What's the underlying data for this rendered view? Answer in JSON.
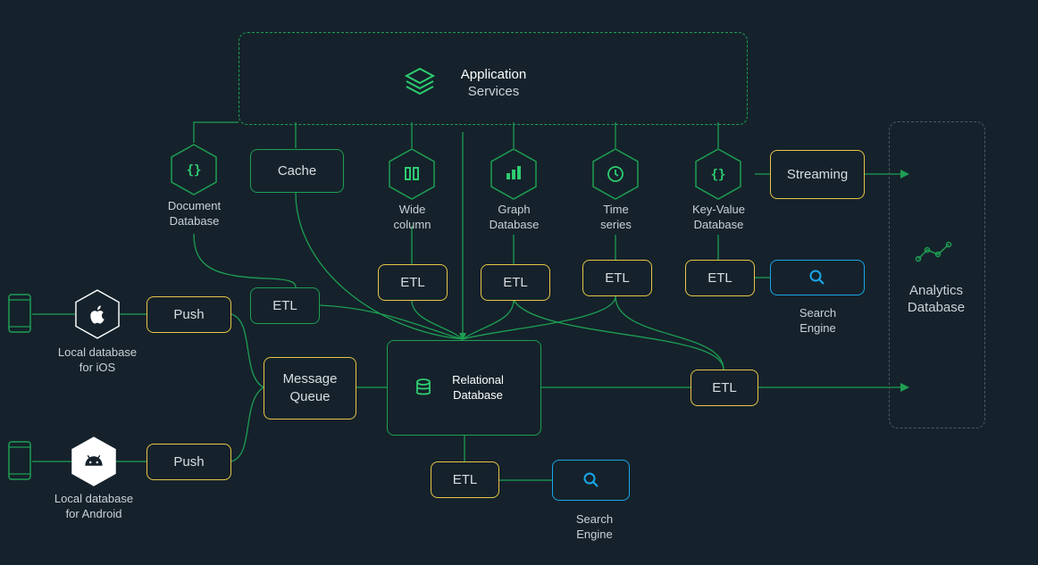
{
  "app_services": {
    "title": "Application",
    "subtitle": "Services"
  },
  "nodes": {
    "document_db": "Document\nDatabase",
    "cache": "Cache",
    "wide_column": "Wide\ncolumn",
    "graph_db": "Graph\nDatabase",
    "time_series": "Time\nseries",
    "key_value_db": "Key-Value\nDatabase",
    "streaming": "Streaming",
    "etl": "ETL",
    "search_engine": "Search\nEngine",
    "analytics_db": "Analytics\nDatabase",
    "relational_db": "Relational\nDatabase",
    "message_queue": "Message\nQueue",
    "push": "Push",
    "local_ios": "Local database\nfor iOS",
    "local_android": "Local database\nfor Android"
  },
  "colors": {
    "background": "#15222b",
    "green": "#1e9e53",
    "yellow": "#e8c547",
    "blue": "#1aa6e8",
    "icon_green": "#2ecc71"
  }
}
